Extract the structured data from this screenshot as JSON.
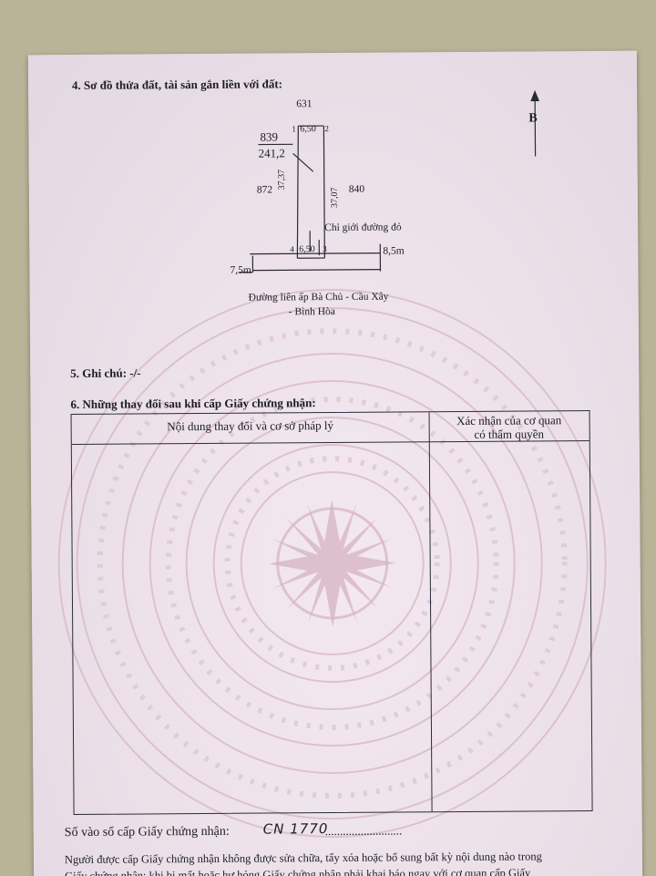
{
  "section4": {
    "heading": "4. Sơ đồ thửa đất, tài sản gắn liền với đất:",
    "north_label": "B",
    "parcel_top_neighbor": "631",
    "parcel_number": "839",
    "parcel_area": "241,2",
    "left_neighbor": "872",
    "right_neighbor": "840",
    "left_side_length": "37,37",
    "right_side_length": "37,07",
    "top_width": "6,50",
    "bottom_width": "6,50",
    "corner_1": "1",
    "corner_2": "2",
    "corner_3": "3",
    "corner_4": "4",
    "boundary_label": "Chỉ giới đường đỏ",
    "road_right_width": "8,5m",
    "road_left_width": "7,5m",
    "road_name_line1": "Đường liên ấp Bà Chủ - Cầu Xây",
    "road_name_line2": "- Bình Hòa"
  },
  "section5": {
    "text": "5. Ghi chú: -/-"
  },
  "section6": {
    "heading": "6. Những thay đổi sau khi cấp Giấy chứng nhận:",
    "col_left": "Nội dung thay đổi và cơ sở pháp lý",
    "col_right_line1": "Xác nhận của cơ quan",
    "col_right_line2": "có thẩm quyền"
  },
  "footer": {
    "registry_label": "Số vào sổ cấp Giấy chứng nhận:",
    "registry_value": "CN 1770",
    "registry_dots": "..........................",
    "notice_line1": "Người được cấp Giấy chứng nhận không được sửa chữa, tẩy xóa hoặc bổ sung bất kỳ nội dung nào trong",
    "notice_line2": "Giấy chứng nhận; khi bị mất hoặc hư hỏng Giấy chứng nhận phải khai báo ngay với cơ quan cấp Giấy"
  },
  "colors": {
    "paper": "#ede2ea",
    "ink": "#1c1c28",
    "watermark": "#d9b9c6"
  }
}
